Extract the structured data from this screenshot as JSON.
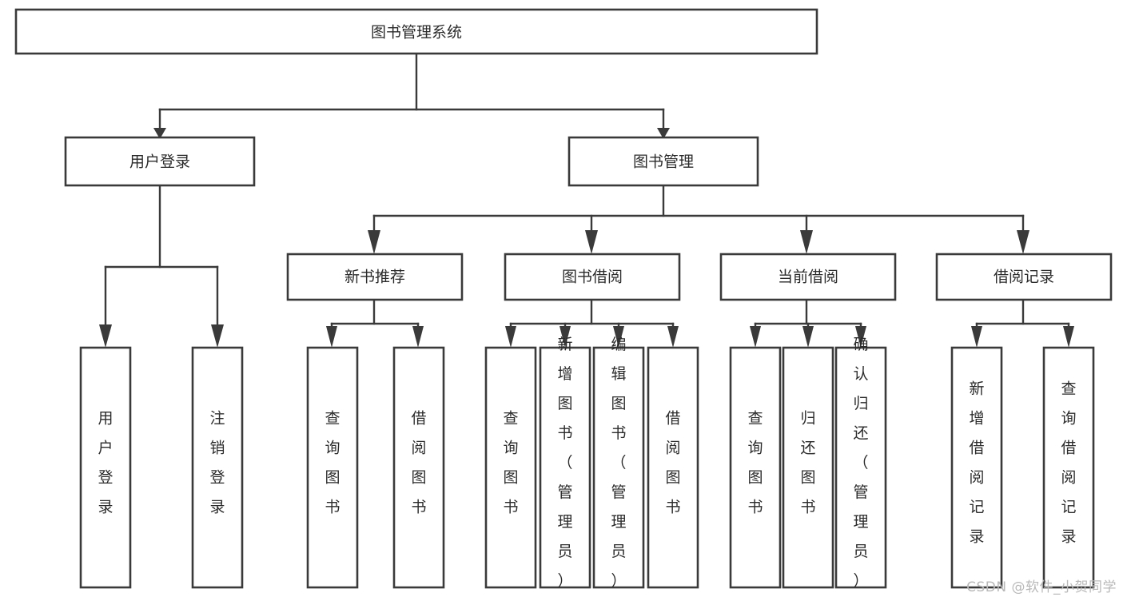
{
  "diagram": {
    "title": "图书管理系统",
    "type": "tree-hierarchy",
    "watermark": "CSDN @软件_小贺同学",
    "colors": {
      "background": "#ffffff",
      "box_fill": "#ffffff",
      "box_stroke": "#3a3a3a",
      "text": "#2b2b2b",
      "connector": "#3a3a3a",
      "watermark": "#b9b9b9"
    },
    "root": {
      "label": "图书管理系统"
    },
    "level1": [
      {
        "label": "用户登录"
      },
      {
        "label": "图书管理"
      }
    ],
    "level2": [
      {
        "label": "新书推荐"
      },
      {
        "label": "图书借阅"
      },
      {
        "label": "当前借阅"
      },
      {
        "label": "借阅记录"
      }
    ],
    "leaves": {
      "user_login": [
        {
          "label": "用户登录"
        },
        {
          "label": "注销登录"
        }
      ],
      "new_book_recommend": [
        {
          "label": "查询图书"
        },
        {
          "label": "借阅图书"
        }
      ],
      "book_borrow": [
        {
          "label": "查询图书"
        },
        {
          "label": "新增图书（管理员）"
        },
        {
          "label": "编辑图书（管理员）"
        },
        {
          "label": "借阅图书"
        }
      ],
      "current_borrow": [
        {
          "label": "查询图书"
        },
        {
          "label": "归还图书"
        },
        {
          "label": "确认归还（管理员）"
        }
      ],
      "borrow_record": [
        {
          "label": "新增借阅记录"
        },
        {
          "label": "查询借阅记录"
        }
      ]
    }
  }
}
